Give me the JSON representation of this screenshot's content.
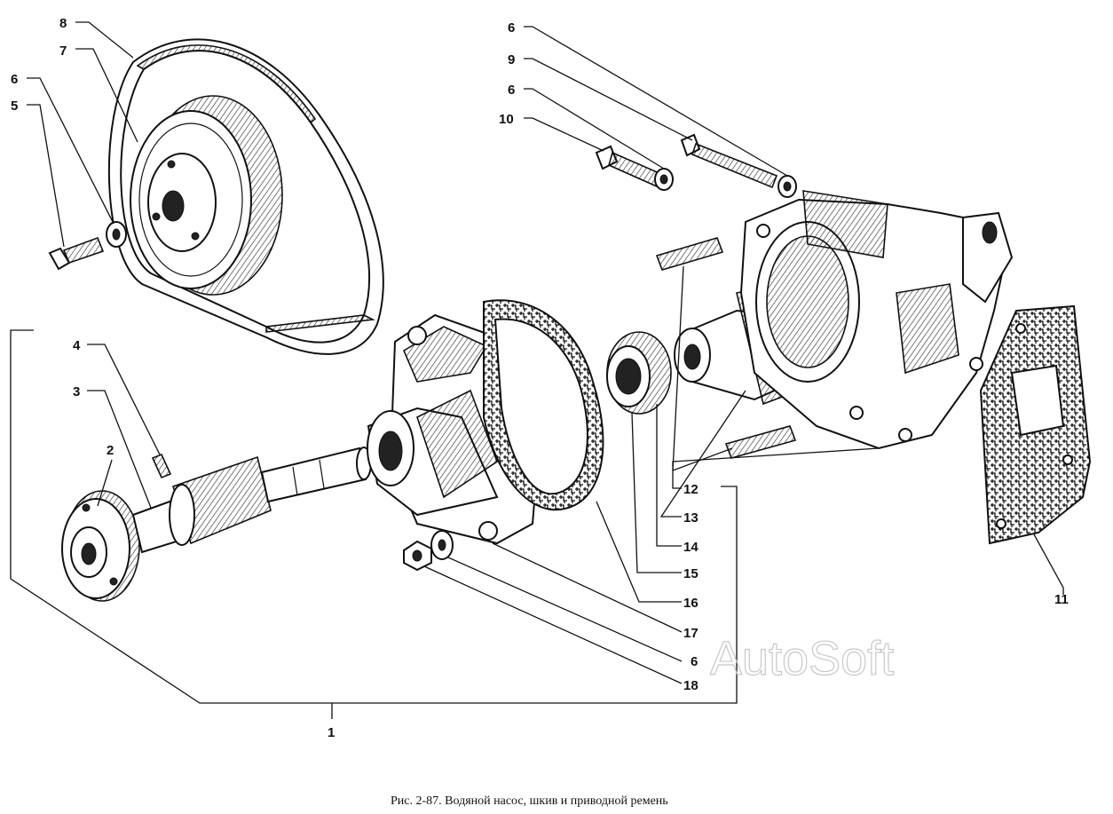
{
  "labels": {
    "p1": "1",
    "p2": "2",
    "p3": "3",
    "p4": "4",
    "p5": "5",
    "p6a": "6",
    "p6b": "6",
    "p6c": "6",
    "p6d": "6",
    "p7": "7",
    "p8": "8",
    "p9": "9",
    "p10": "10",
    "p11": "11",
    "p12": "12",
    "p13": "13",
    "p14": "14",
    "p15": "15",
    "p16": "16",
    "p17": "17",
    "p18": "18"
  },
  "watermark": "AutoSoft",
  "caption": "Рис. 2-87. Водяной насос, шкив и приводной ремень"
}
